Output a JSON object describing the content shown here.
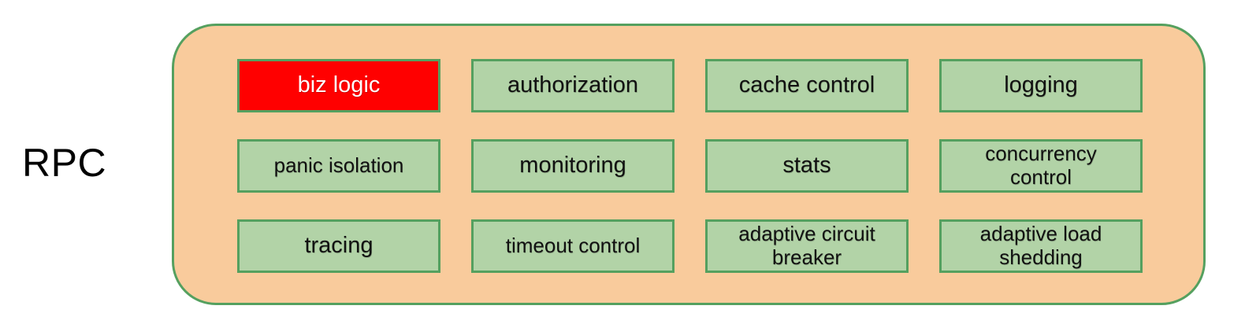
{
  "label": "RPC",
  "grid": {
    "cells": [
      {
        "label": "biz logic"
      },
      {
        "label": "authorization"
      },
      {
        "label": "cache control"
      },
      {
        "label": "logging"
      },
      {
        "label": "panic isolation"
      },
      {
        "label": "monitoring"
      },
      {
        "label": "stats"
      },
      {
        "label": "concurrency\ncontrol"
      },
      {
        "label": "tracing"
      },
      {
        "label": "timeout control"
      },
      {
        "label": "adaptive circuit\nbreaker"
      },
      {
        "label": "adaptive load\nshedding"
      }
    ]
  },
  "colors": {
    "container_fill": "#F9CB9C",
    "border_green": "#55A05F",
    "cell_fill": "#B2D3A7",
    "highlight_fill": "#FF0000",
    "highlight_text": "#FFFFFF",
    "text": "#111111",
    "canvas": "#FFFFFF"
  }
}
